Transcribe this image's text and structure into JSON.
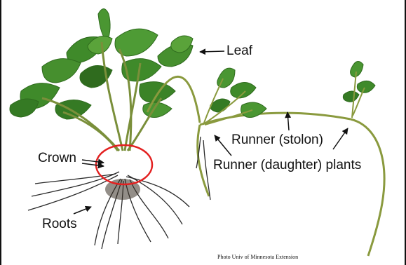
{
  "labels": {
    "leaf": "Leaf",
    "crown": "Crown",
    "roots": "Roots",
    "runner_stolon": "Runner (stolon)",
    "runner_daughter": "Runner (daughter) plants"
  },
  "credit": "Photo Univ of Minnesota Extension",
  "colors": {
    "leaf_dark": "#2f6b1e",
    "leaf_mid": "#3f8a2a",
    "leaf_light": "#5aa33a",
    "stem": "#7a8f3a",
    "runner": "#8a9a3e",
    "root": "#2a2a2a",
    "highlight_circle": "#e32020",
    "text": "#111111"
  }
}
